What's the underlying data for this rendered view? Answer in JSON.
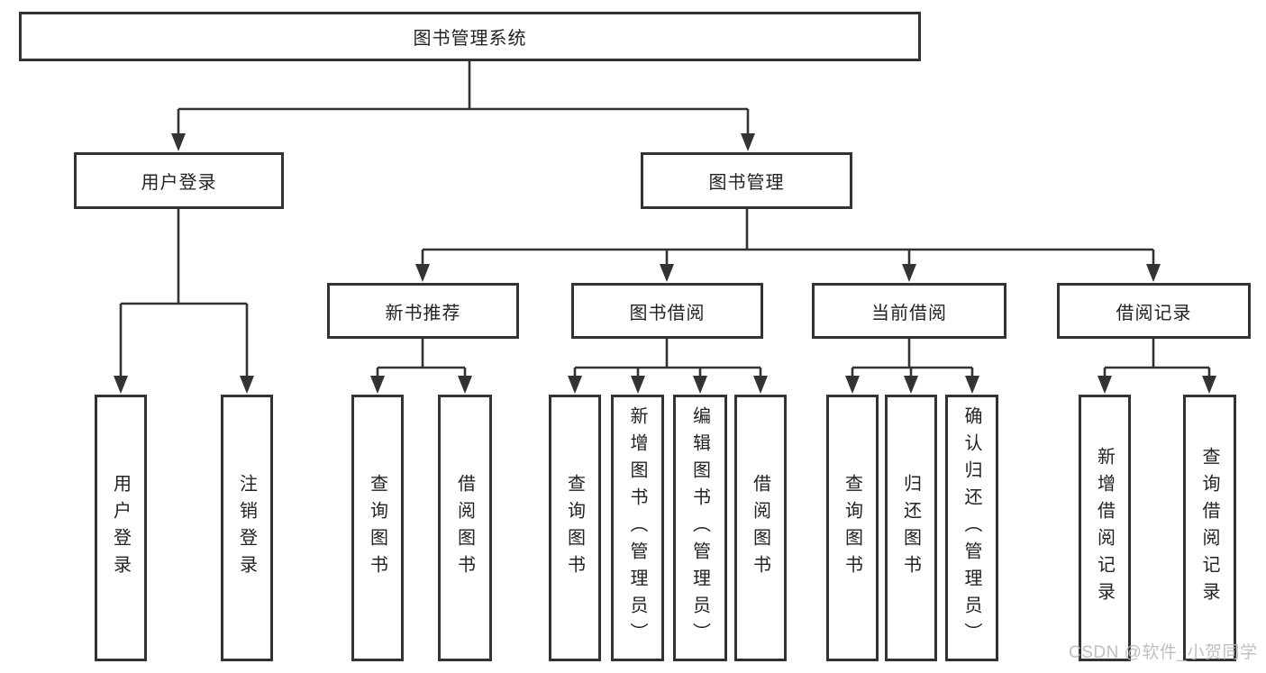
{
  "tree": {
    "root": {
      "label": "图书管理系统",
      "children": [
        {
          "label": "用户登录",
          "children": [
            {
              "label": "用户登录"
            },
            {
              "label": "注销登录"
            }
          ]
        },
        {
          "label": "图书管理",
          "children": [
            {
              "label": "新书推荐",
              "children": [
                {
                  "label": "查询图书"
                },
                {
                  "label": "借阅图书"
                }
              ]
            },
            {
              "label": "图书借阅",
              "children": [
                {
                  "label": "查询图书"
                },
                {
                  "label": "新增图书（管理员）"
                },
                {
                  "label": "编辑图书（管理员）"
                },
                {
                  "label": "借阅图书"
                }
              ]
            },
            {
              "label": "当前借阅",
              "children": [
                {
                  "label": "查询图书"
                },
                {
                  "label": "归还图书"
                },
                {
                  "label": "确认归还（管理员）"
                }
              ]
            },
            {
              "label": "借阅记录",
              "children": [
                {
                  "label": "新增借阅记录"
                },
                {
                  "label": "查询借阅记录"
                }
              ]
            }
          ]
        }
      ]
    }
  },
  "watermark": {
    "text": "CSDN @软件_小贺同学"
  },
  "colors": {
    "line": "#333333",
    "box_border": "#333333",
    "text": "#222222",
    "watermark": "#b9b9b9",
    "background": "#ffffff"
  }
}
